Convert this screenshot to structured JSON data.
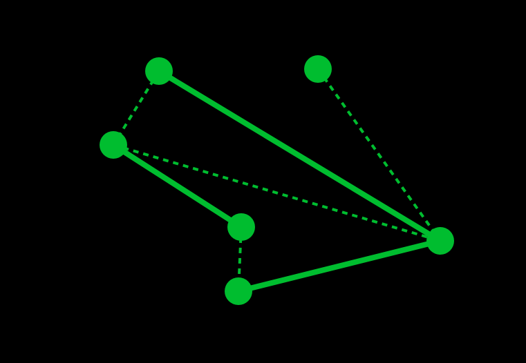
{
  "colors": {
    "background": "#000000",
    "node": "#00BD2F",
    "edge": "#00BD2F"
  },
  "graph": {
    "nodes": [
      {
        "id": "n1"
      },
      {
        "id": "n2"
      },
      {
        "id": "n3"
      },
      {
        "id": "n4"
      },
      {
        "id": "n5"
      },
      {
        "id": "n6"
      }
    ],
    "edges": [
      {
        "id": "e1",
        "from": "n1",
        "to": "n6",
        "style": "solid"
      },
      {
        "id": "e2",
        "from": "n3",
        "to": "n4",
        "style": "solid"
      },
      {
        "id": "e3",
        "from": "n5",
        "to": "n6",
        "style": "solid"
      },
      {
        "id": "e4",
        "from": "n1",
        "to": "n3",
        "style": "dashed"
      },
      {
        "id": "e5",
        "from": "n2",
        "to": "n6",
        "style": "dashed"
      },
      {
        "id": "e6",
        "from": "n3",
        "to": "n6",
        "style": "dashed"
      },
      {
        "id": "e7",
        "from": "n4",
        "to": "n5",
        "style": "dashed"
      }
    ]
  }
}
